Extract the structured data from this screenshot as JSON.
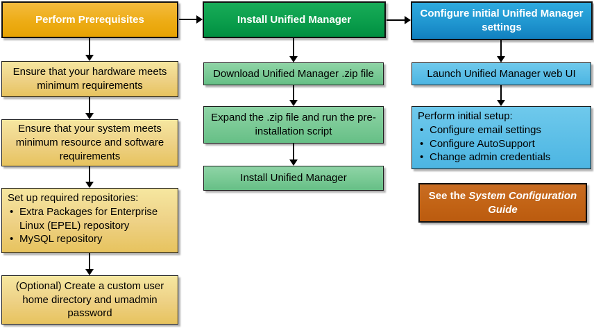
{
  "palette": {
    "background": "#FFFFFF",
    "arrow": "#000000",
    "column1_header_fill": "#EDAC15",
    "column1_step_fill": "#EED287",
    "column2_header_fill": "#0B9E4C",
    "column2_step_fill": "#7BCA96",
    "column3_header_fill": "#2096D0",
    "column3_step_fill": "#5DBFE7",
    "note_fill": "#C26315",
    "header_text_color": "#FFFFFF",
    "step_text_color": "#000000"
  },
  "columns": [
    {
      "header": "Perform Prerequisites",
      "steps": [
        {
          "text": "Ensure that your hardware meets minimum requirements"
        },
        {
          "text": "Ensure that your system meets minimum resource and software requirements"
        },
        {
          "intro": "Set up required repositories:",
          "bullets": [
            "Extra Packages for Enterprise Linux (EPEL) repository",
            "MySQL repository"
          ]
        },
        {
          "text": "(Optional) Create a custom user home directory and umadmin password"
        }
      ]
    },
    {
      "header": "Install Unified Manager",
      "steps": [
        {
          "text": "Download Unified Manager .zip file"
        },
        {
          "text": "Expand the .zip file and run the pre-installation script"
        },
        {
          "text": "Install Unified Manager"
        }
      ]
    },
    {
      "header": "Configure initial Unified Manager settings",
      "steps": [
        {
          "text": "Launch Unified Manager web UI"
        },
        {
          "intro": "Perform initial setup:",
          "bullets": [
            "Configure email settings",
            "Configure AutoSupport",
            "Change admin credentials"
          ]
        }
      ],
      "note": {
        "prefix": "See the ",
        "guide_title": "System Configuration Guide"
      }
    }
  ]
}
